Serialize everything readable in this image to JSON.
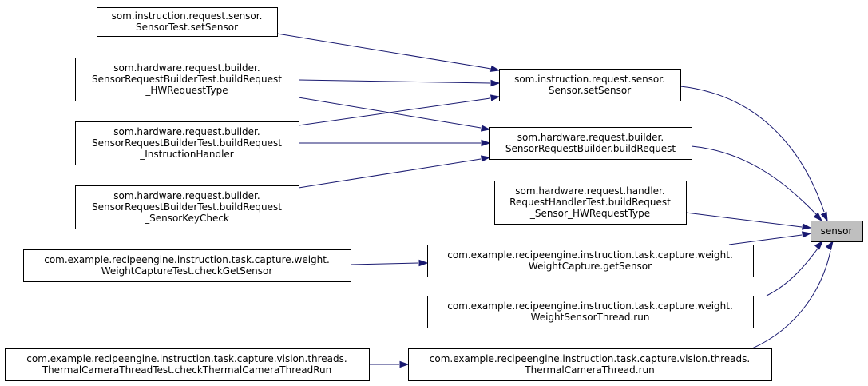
{
  "graph": {
    "nodes": [
      {
        "id": "n_settest",
        "lines": [
          "som.instruction.request.sensor.",
          "SensorTest.setSensor"
        ]
      },
      {
        "id": "n_b_hw",
        "lines": [
          "som.hardware.request.builder.",
          "SensorRequestBuilderTest.buildRequest",
          "_HWRequestType"
        ]
      },
      {
        "id": "n_b_ih",
        "lines": [
          "som.hardware.request.builder.",
          "SensorRequestBuilderTest.buildRequest",
          "_InstructionHandler"
        ]
      },
      {
        "id": "n_b_sk",
        "lines": [
          "som.hardware.request.builder.",
          "SensorRequestBuilderTest.buildRequest",
          "_SensorKeyCheck"
        ]
      },
      {
        "id": "n_wct",
        "lines": [
          "com.example.recipeengine.instruction.task.capture.weight.",
          "WeightCaptureTest.checkGetSensor"
        ]
      },
      {
        "id": "n_tctt",
        "lines": [
          "com.example.recipeengine.instruction.task.capture.vision.threads.",
          "ThermalCameraThreadTest.checkThermalCameraThreadRun"
        ]
      },
      {
        "id": "n_setsensor",
        "lines": [
          "som.instruction.request.sensor.",
          "Sensor.setSensor"
        ]
      },
      {
        "id": "n_builder",
        "lines": [
          "som.hardware.request.builder.",
          "SensorRequestBuilder.buildRequest"
        ]
      },
      {
        "id": "n_rht",
        "lines": [
          "som.hardware.request.handler.",
          "RequestHandlerTest.buildRequest",
          "_Sensor_HWRequestType"
        ]
      },
      {
        "id": "n_wc",
        "lines": [
          "com.example.recipeengine.instruction.task.capture.weight.",
          "WeightCapture.getSensor"
        ]
      },
      {
        "id": "n_wst",
        "lines": [
          "com.example.recipeengine.instruction.task.capture.weight.",
          "WeightSensorThread.run"
        ]
      },
      {
        "id": "n_tct",
        "lines": [
          "com.example.recipeengine.instruction.task.capture.vision.threads.",
          "ThermalCameraThread.run"
        ]
      },
      {
        "id": "n_sensor",
        "lines": [
          "sensor"
        ],
        "target": true
      }
    ],
    "edges": [
      {
        "from": "n_settest",
        "to": "n_setsensor"
      },
      {
        "from": "n_b_hw",
        "to": "n_setsensor"
      },
      {
        "from": "n_b_ih",
        "to": "n_setsensor"
      },
      {
        "from": "n_b_hw",
        "to": "n_builder"
      },
      {
        "from": "n_b_ih",
        "to": "n_builder"
      },
      {
        "from": "n_b_sk",
        "to": "n_builder"
      },
      {
        "from": "n_wct",
        "to": "n_wc"
      },
      {
        "from": "n_tctt",
        "to": "n_tct"
      },
      {
        "from": "n_setsensor",
        "to": "n_sensor"
      },
      {
        "from": "n_builder",
        "to": "n_sensor"
      },
      {
        "from": "n_rht",
        "to": "n_sensor"
      },
      {
        "from": "n_wc",
        "to": "n_sensor"
      },
      {
        "from": "n_wst",
        "to": "n_sensor"
      },
      {
        "from": "n_tct",
        "to": "n_sensor"
      }
    ]
  },
  "colors": {
    "edge": "#191970",
    "node_border": "#000000",
    "node_fill": "#ffffff",
    "target_fill": "#bfbfbf"
  }
}
